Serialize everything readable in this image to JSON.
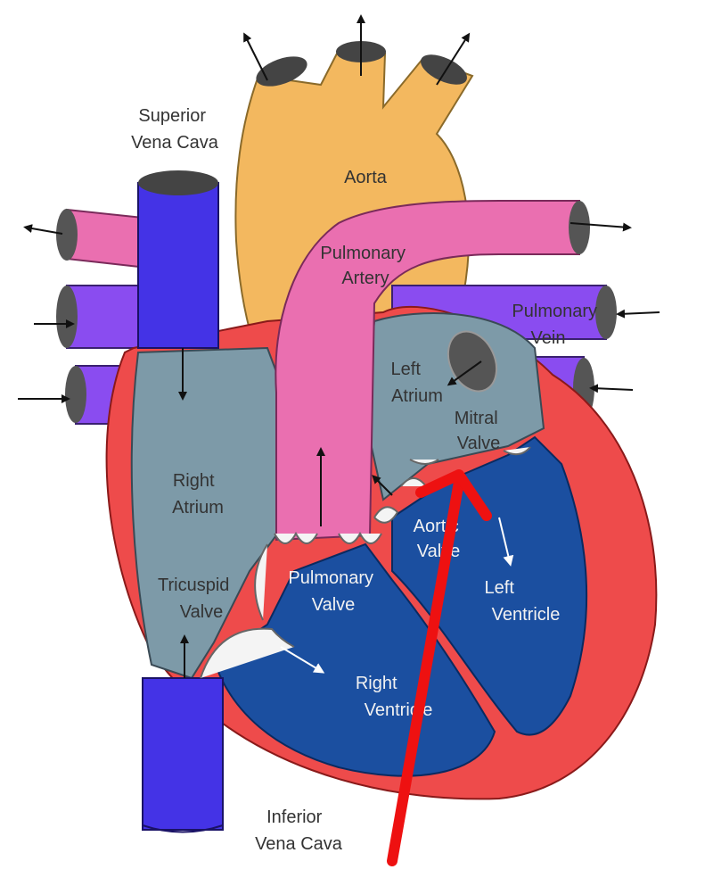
{
  "labels": {
    "superior_vena_cava": [
      "Superior",
      "Vena Cava"
    ],
    "aorta": "Aorta",
    "pulmonary_artery": [
      "Pulmonary",
      "Artery"
    ],
    "pulmonary_vein": [
      "Pulmonary",
      "Vein"
    ],
    "left_atrium": [
      "Left",
      "Atrium"
    ],
    "mitral_valve": [
      "Mitral",
      "Valve"
    ],
    "right_atrium": [
      "Right",
      "Atrium"
    ],
    "aortic_valve": [
      "Aortic",
      "Valve"
    ],
    "tricuspid_valve": [
      "Tricuspid",
      "Valve"
    ],
    "pulmonary_valve": [
      "Pulmonary",
      "Valve"
    ],
    "left_ventricle": [
      "Left",
      "Ventricle"
    ],
    "right_ventricle": [
      "Right",
      "Ventricle"
    ],
    "inferior_vena_cava": [
      "Inferior",
      "Vena Cava"
    ]
  },
  "colors": {
    "aorta": "#f3b85f",
    "pulmonary_artery": "#ea6fb0",
    "pulmonary_vein": "#8a4cf0",
    "vena_cava": "#4433e6",
    "atrium": "#7d9aa8",
    "ventricle": "#1b4fa0",
    "myocardium": "#ee4b4b",
    "pointer_arrow": "#ee1111"
  },
  "icons": {
    "pointer": "red-pointer-arrow-icon",
    "flow": "flow-arrow-icon"
  }
}
